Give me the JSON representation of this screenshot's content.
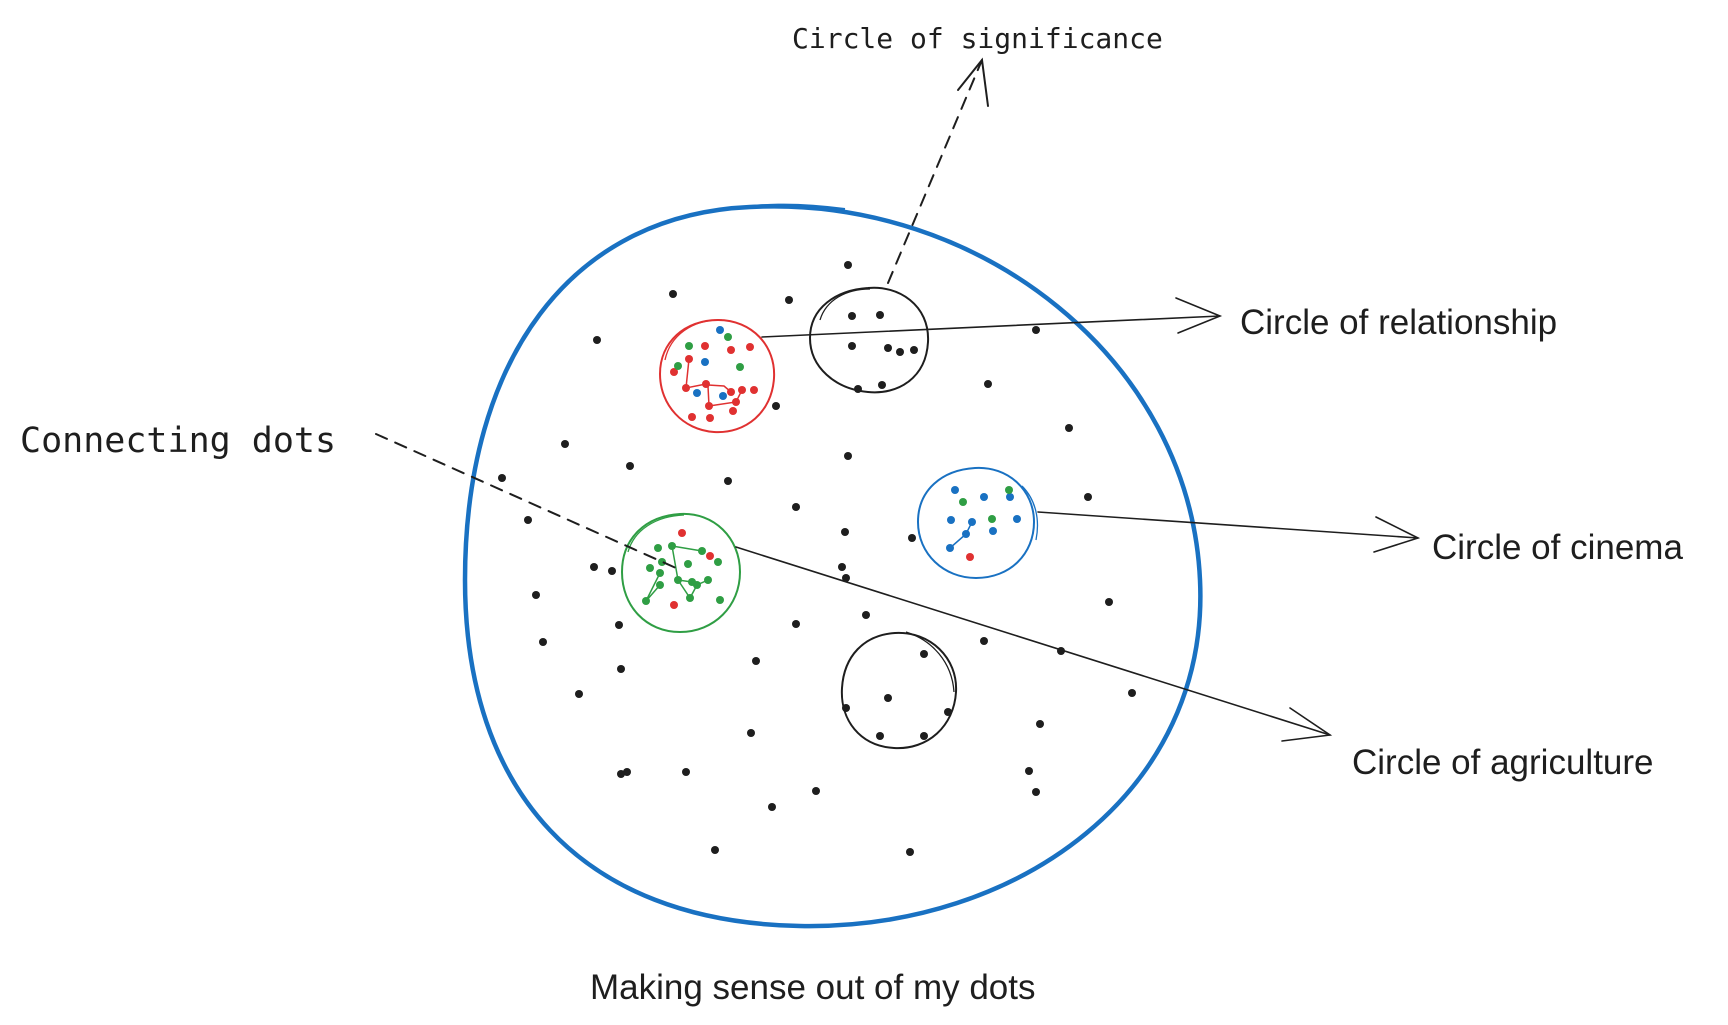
{
  "diagram": {
    "caption": "Making sense out of my dots",
    "labels": {
      "significance": "Circle of significance",
      "relationship": "Circle of relationship",
      "cinema": "Circle of cinema",
      "agriculture": "Circle of agriculture",
      "connecting": "Connecting dots"
    },
    "colors": {
      "outer_circle": "#1971c2",
      "ink": "#1e1e1e",
      "red": "#e03131",
      "green": "#2f9e44",
      "blue": "#1971c2"
    }
  }
}
